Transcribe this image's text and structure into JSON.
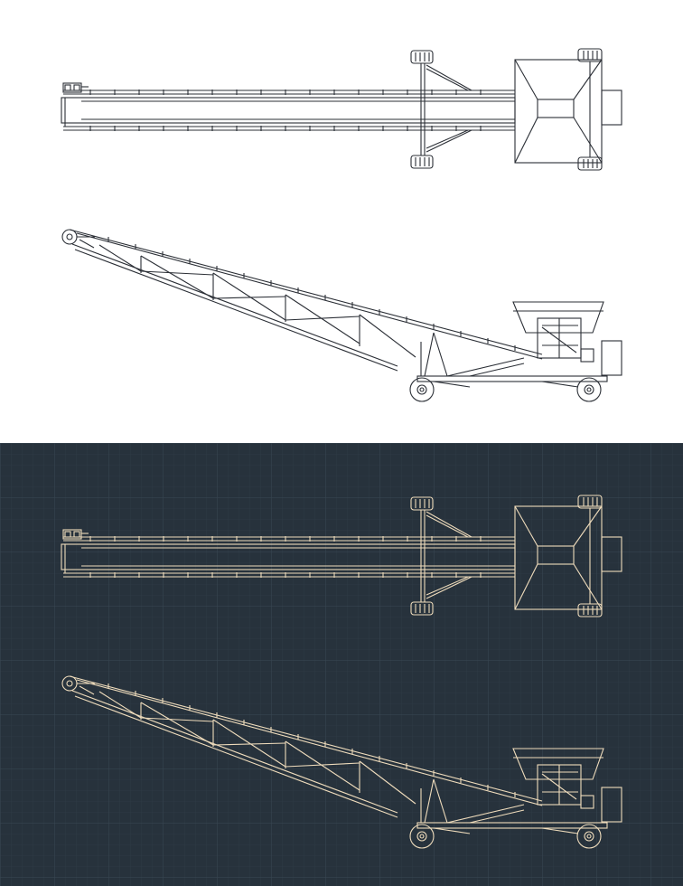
{
  "theme": {
    "light_background": "#ffffff",
    "light_stroke": "#2b2f36",
    "light_fill": "#ffffff",
    "dark_background": "#27323c",
    "dark_grid": "#33404b",
    "dark_grid_major": "#3a4853",
    "dark_stroke": "#efdcbc",
    "dark_fill": "#27323c",
    "dark_accent_fill": "#e9d2a9"
  },
  "panels": [
    {
      "variant": "light",
      "views": [
        "top-view",
        "side-view"
      ]
    },
    {
      "variant": "dark",
      "views": [
        "top-view",
        "side-view"
      ]
    }
  ],
  "icons": [
    "conveyor-top-view-icon",
    "conveyor-side-view-icon",
    "wheel-icon",
    "hopper-icon",
    "grid-paper-icon"
  ]
}
